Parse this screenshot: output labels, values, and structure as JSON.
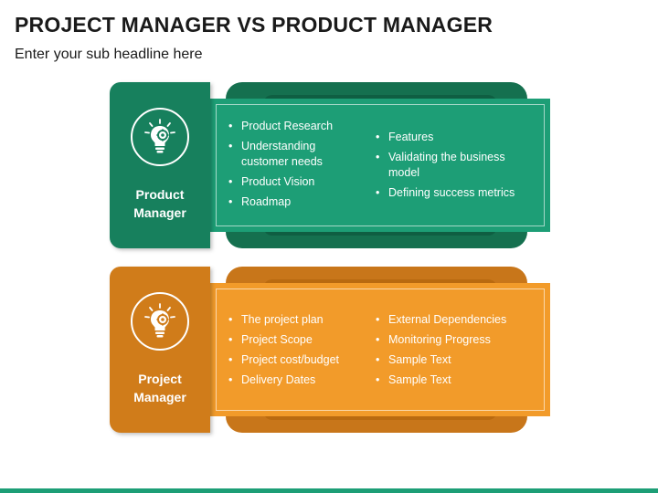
{
  "header": {
    "title": "PROJECT MANAGER VS PRODUCT MANAGER",
    "subtitle": "Enter your sub headline here"
  },
  "product": {
    "label_line1": "Product",
    "label_line2": "Manager",
    "icon": "lightbulb-gear-icon",
    "color": "#1d9e76",
    "col1": [
      "Product Research",
      "Understanding customer needs",
      "Product Vision",
      "Roadmap"
    ],
    "col2": [
      "Features",
      "Validating the business model",
      "Defining success metrics"
    ]
  },
  "project": {
    "label_line1": "Project",
    "label_line2": "Manager",
    "icon": "lightbulb-gear-icon",
    "color": "#f29b2a",
    "col1": [
      "The project plan",
      "Project Scope",
      "Project cost/budget",
      "Delivery Dates"
    ],
    "col2": [
      "External Dependencies",
      "Monitoring Progress",
      "Sample Text",
      "Sample Text"
    ]
  },
  "footer": {
    "color": "#1d9e76"
  }
}
